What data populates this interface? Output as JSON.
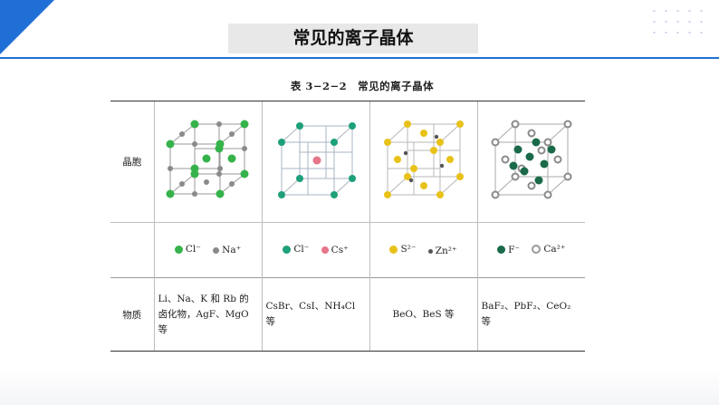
{
  "title": "常见的离子晶体",
  "caption": "表 3−2−2　常见的离子晶体",
  "table": {
    "row_labels": {
      "cell": "晶胞",
      "substance": "物质"
    },
    "columns": [
      {
        "legend": [
          {
            "color": "#35b34a",
            "label": "Cl⁻"
          },
          {
            "color": "#8a8a8a",
            "label": "Na⁺"
          }
        ],
        "substance": "Li、Na、K 和 Rb 的卤化物，AgF、MgO 等"
      },
      {
        "legend": [
          {
            "color": "#1ea07a",
            "label": "Cl⁻"
          },
          {
            "color": "#e8768a",
            "label": "Cs⁺"
          }
        ],
        "substance": "CsBr、CsI、NH₄Cl 等"
      },
      {
        "legend": [
          {
            "color": "#e8c21a",
            "label": "S²⁻"
          },
          {
            "color": "#555555",
            "label": "Zn²⁺"
          }
        ],
        "substance": "BeO、BeS 等"
      },
      {
        "legend": [
          {
            "color": "#1a6a4a",
            "label": "F⁻"
          },
          {
            "color": "#9a9a9a",
            "label": "Ca²⁺"
          }
        ],
        "substance": "BaF₂、PbF₂、CeO₂ 等"
      }
    ]
  },
  "icons": {
    "cell_1": "nacl-unit-cell-icon",
    "cell_2": "cscl-unit-cell-icon",
    "cell_3": "zns-unit-cell-icon",
    "cell_4": "caf2-unit-cell-icon"
  }
}
